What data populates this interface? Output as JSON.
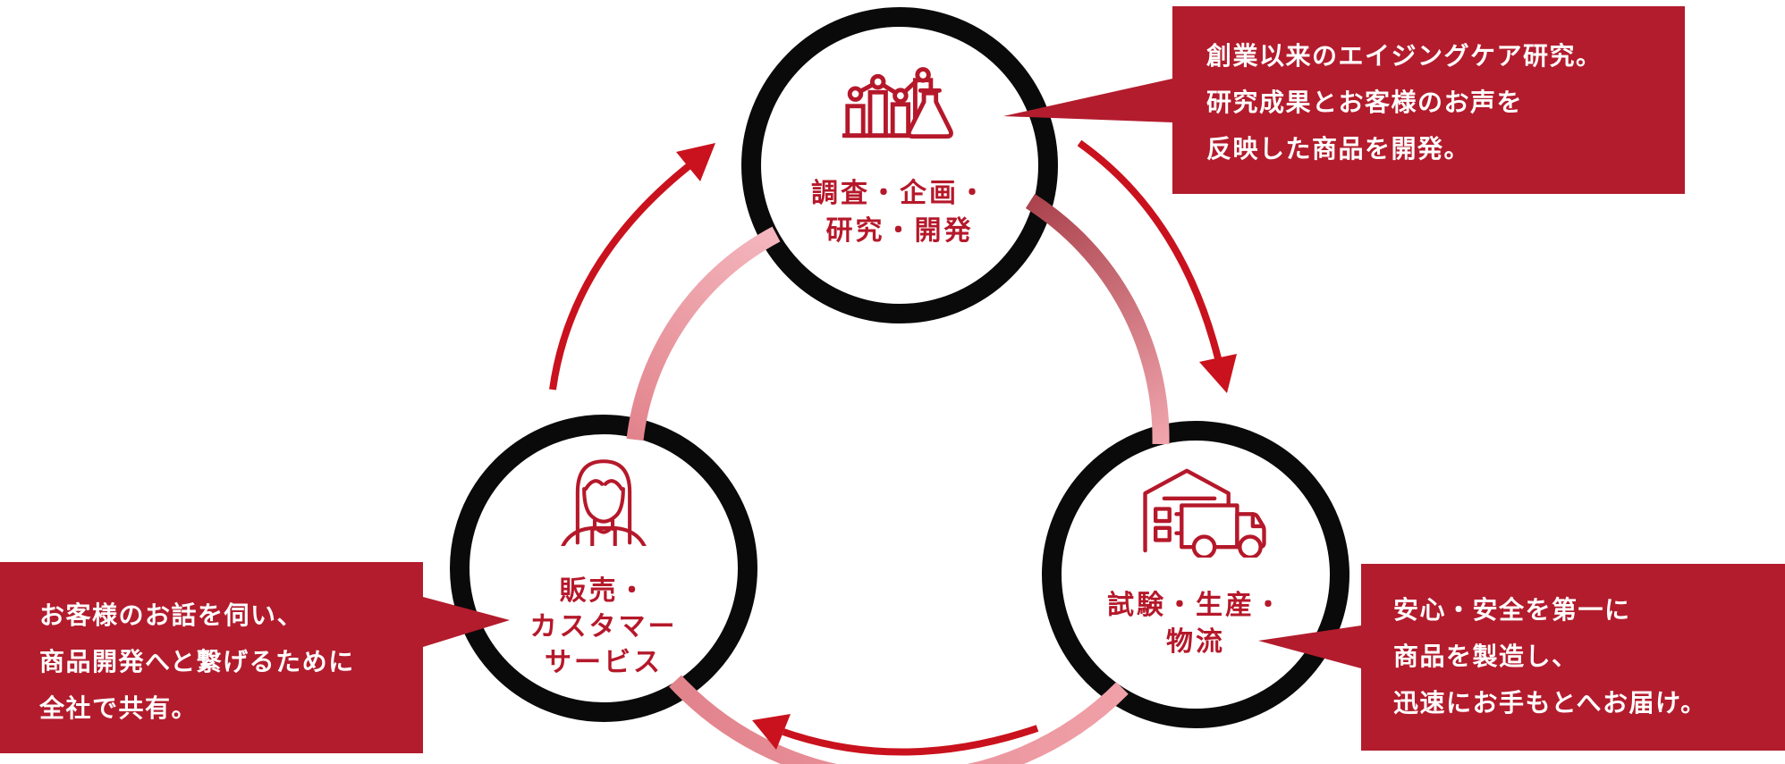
{
  "diagram_title": "product-development-cycle",
  "colors": {
    "node_outline": "#0a0a0a",
    "accent_red": "#b5182a",
    "callout_bg": "#b31c2d",
    "arrow_red": "#c9121d",
    "band_pink_light": "#f4b6bd",
    "band_pink": "#e2838c",
    "band_red": "#ab434d",
    "text_white": "#ffffff"
  },
  "nodes": {
    "research": {
      "icon": "chart-flask-icon",
      "line1": "調査・企画・",
      "line2": "研究・開発"
    },
    "production": {
      "icon": "warehouse-truck-icon",
      "line1": "試験・生産・",
      "line2": "物流"
    },
    "sales": {
      "icon": "customer-woman-icon",
      "line1": "販売・",
      "line2": "カスタマー",
      "line3": "サービス"
    }
  },
  "callouts": {
    "research_note": {
      "line1": "創業以来のエイジングケア研究。",
      "line2": "研究成果とお客様のお声を",
      "line3": "反映した商品を開発。"
    },
    "production_note": {
      "line1": "安心・安全を第一に",
      "line2": "商品を製造し、",
      "line3": "迅速にお手もとへお届け。"
    },
    "sales_note": {
      "line1": "お客様のお話を伺い、",
      "line2": "商品開発へと繋げるために",
      "line3": "全社で共有。"
    }
  }
}
